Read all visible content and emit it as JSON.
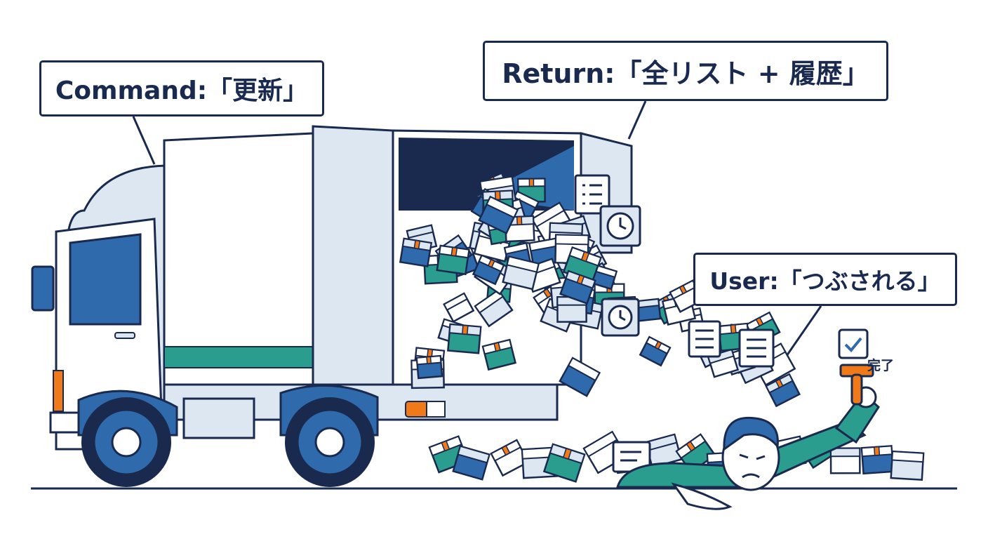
{
  "callouts": {
    "command": "Command:「更新」",
    "return": "Return:「全リスト + 履歴」",
    "user": "User:「つぶされる」"
  },
  "done_label": "完了",
  "colors": {
    "navy": "#1a2a4f",
    "blue": "#2f6aad",
    "teal": "#2a9d8f",
    "pale": "#dce7f1",
    "orange": "#f07a1a",
    "white": "#ffffff"
  },
  "icons": [
    "checklist-icon",
    "clock-icon",
    "checkbox-icon",
    "stamp-icon",
    "document-icon"
  ]
}
